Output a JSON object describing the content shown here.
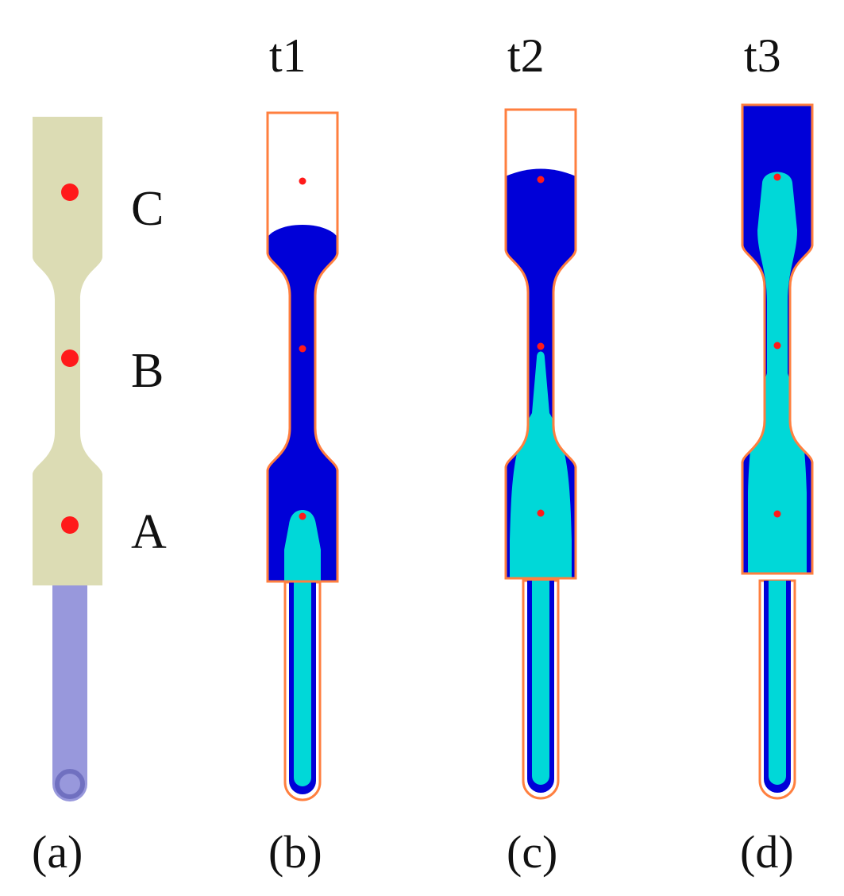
{
  "colors": {
    "specimen_fill": "#dcdcb4",
    "runner_fill": "#9898dc",
    "mold_outline": "#ff7f3f",
    "melt_front": "#0000d8",
    "frozen_core": "#00d8d8",
    "tracking_point": "#ff1a1a"
  },
  "time_labels": {
    "t1": "t1",
    "t2": "t2",
    "t3": "t3"
  },
  "point_labels": {
    "c": "C",
    "b": "B",
    "a": "A"
  },
  "panel_labels": {
    "a": "(a)",
    "b": "(b)",
    "c": "(c)",
    "d": "(d)"
  },
  "icons": {
    "gate": "gate-circle-icon"
  }
}
